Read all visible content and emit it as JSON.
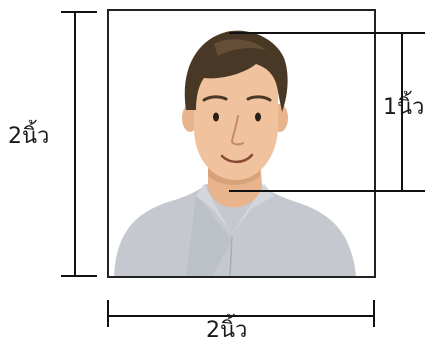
{
  "dimensions": {
    "photo_height": "2นิ้ว",
    "head_height": "1นิ้ว",
    "photo_width": "2นิ้ว"
  },
  "colors": {
    "line": "#111111",
    "frame": "#222222",
    "skin": "#f0c29e",
    "skin_shadow": "#dca47c",
    "hair": "#4a3826",
    "shirt": "#c5c9cf",
    "shirt_shadow": "#a8adb4"
  }
}
